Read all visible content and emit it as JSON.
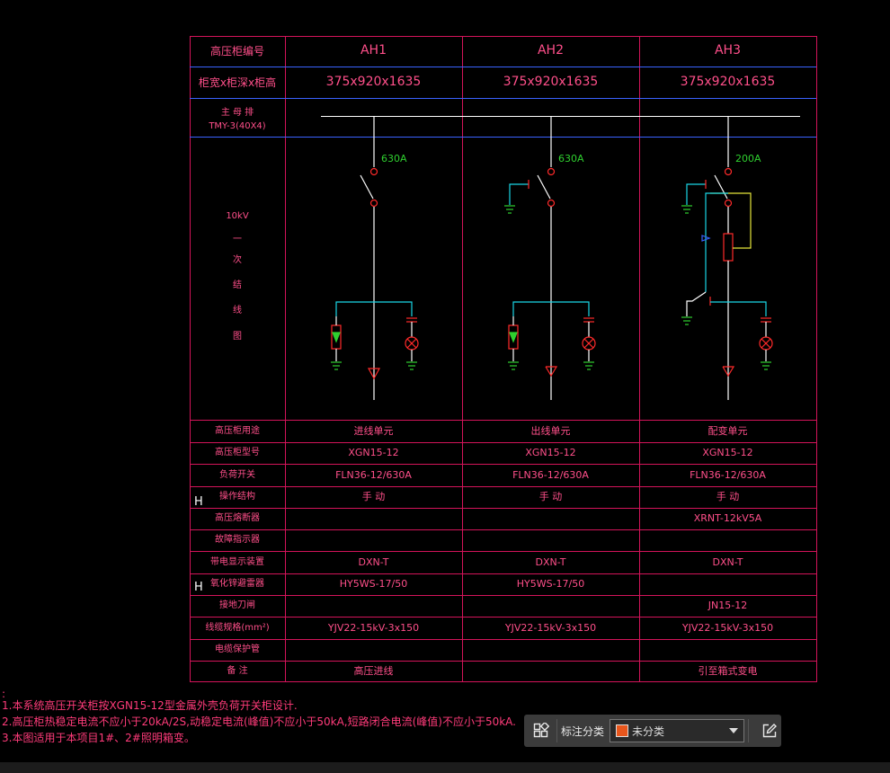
{
  "table": {
    "corner_header": "高压柜编号",
    "size_row_label": "柜宽x柜深x柜高",
    "busbar_label_1": "主 母 排",
    "busbar_label_2": "TMY-3(40X4)",
    "scheme_label": [
      "10kV",
      "一",
      "次",
      "结",
      "线",
      "图"
    ],
    "columns": [
      {
        "id": "AH1",
        "size": "375x920x1635",
        "current": "630A"
      },
      {
        "id": "AH2",
        "size": "375x920x1635",
        "current": "630A"
      },
      {
        "id": "AH3",
        "size": "375x920x1635",
        "current": "200A"
      }
    ],
    "rows": [
      {
        "label": "高压柜用途",
        "values": [
          "进线单元",
          "出线单元",
          "配变单元"
        ]
      },
      {
        "label": "高压柜型号",
        "values": [
          "XGN15-12",
          "XGN15-12",
          "XGN15-12"
        ]
      },
      {
        "label": "负荷开关",
        "values": [
          "FLN36-12/630A",
          "FLN36-12/630A",
          "FLN36-12/630A"
        ]
      },
      {
        "label": "操作结构",
        "values": [
          "手 动",
          "手 动",
          "手 动"
        ]
      },
      {
        "label": "高压熔断器",
        "values": [
          "",
          "",
          "XRNT-12kV5A"
        ]
      },
      {
        "label": "故障指示器",
        "values": [
          "",
          "",
          ""
        ]
      },
      {
        "label": "带电显示装置",
        "values": [
          "DXN-T",
          "DXN-T",
          "DXN-T"
        ]
      },
      {
        "label": "氧化锌避雷器",
        "values": [
          "HY5WS-17/50",
          "HY5WS-17/50",
          ""
        ]
      },
      {
        "label": "接地刀闸",
        "values": [
          "",
          "",
          "JN15-12"
        ]
      },
      {
        "label": "线缆规格(mm²)",
        "values": [
          "YJV22-15kV-3x150",
          "YJV22-15kV-3x150",
          "YJV22-15kV-3x150"
        ]
      },
      {
        "label": "电缆保护管",
        "values": [
          "",
          "",
          ""
        ]
      },
      {
        "label": "备 注",
        "values": [
          "高压进线",
          "",
          "引至箱式变电"
        ]
      }
    ],
    "side_marks": [
      "H",
      "H"
    ]
  },
  "notes": {
    "colon": ":",
    "lines": [
      "1.本系统高压开关柜按XGN15-12型金属外壳负荷开关柜设计.",
      "2.高压柜热稳定电流不应小于20kA/2S,动稳定电流(峰值)不应小于50kA,短路闭合电流(峰值)不应小于50kA.",
      "3.本图适用于本项目1#、2#照明箱变。"
    ]
  },
  "toolbar": {
    "label": "标注分类",
    "selected": "未分类",
    "swatch_color": "#e8561c"
  },
  "colors": {
    "grid": "#d4145a",
    "blue_line": "#3a63ff",
    "white": "#ffffff",
    "cyan": "#19d6e6",
    "green": "#2fd02f",
    "red": "#ff2a2a",
    "yellow": "#e6e63a"
  }
}
